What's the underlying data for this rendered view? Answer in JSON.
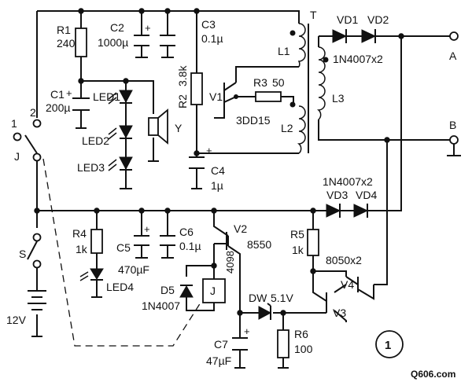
{
  "components": {
    "R1": {
      "ref": "R1",
      "value": "240"
    },
    "C1": {
      "ref": "C1",
      "value": "200µ"
    },
    "C2": {
      "ref": "C2",
      "value": "1000µ"
    },
    "C3": {
      "ref": "C3",
      "value": "0.1µ"
    },
    "R2": {
      "ref": "R2",
      "value": "3.8k"
    },
    "V1": {
      "ref": "V1",
      "part": "3DD15"
    },
    "R3": {
      "ref": "R3",
      "value": "50"
    },
    "L1": {
      "ref": "L1"
    },
    "L2": {
      "ref": "L2"
    },
    "L3": {
      "ref": "L3"
    },
    "T": {
      "ref": "T"
    },
    "VD1": {
      "ref": "VD1"
    },
    "VD2": {
      "ref": "VD2"
    },
    "VD12": {
      "part": "1N4007x2"
    },
    "VD3": {
      "ref": "VD3"
    },
    "VD4": {
      "ref": "VD4"
    },
    "VD34": {
      "part": "1N4007x2"
    },
    "C4": {
      "ref": "C4",
      "value": "1µ"
    },
    "LED1": {
      "ref": "LED1"
    },
    "LED2": {
      "ref": "LED2"
    },
    "LED3": {
      "ref": "LED3"
    },
    "LED4": {
      "ref": "LED4"
    },
    "Y": {
      "ref": "Y"
    },
    "R4": {
      "ref": "R4",
      "value": "1k"
    },
    "C5": {
      "ref": "C5",
      "value": "470µF"
    },
    "C6": {
      "ref": "C6",
      "value": "0.1µ"
    },
    "V2": {
      "ref": "V2",
      "part": "8550"
    },
    "IC": {
      "part": "4098"
    },
    "R5": {
      "ref": "R5",
      "value": "1k"
    },
    "V34": {
      "part": "8050x2"
    },
    "V4": {
      "ref": "V4"
    },
    "V3": {
      "ref": "V3"
    },
    "D5": {
      "ref": "D5",
      "part": "1N4007"
    },
    "J": {
      "ref": "J"
    },
    "DW": {
      "ref": "DW",
      "value": "5.1V"
    },
    "C7": {
      "ref": "C7",
      "value": "47µF"
    },
    "R6": {
      "ref": "R6",
      "value": "100"
    },
    "S": {
      "ref": "S"
    },
    "BAT": {
      "value": "12V"
    },
    "SW": {
      "pos1": "1",
      "pos2": "2",
      "ref": "J"
    }
  },
  "terminals": {
    "A": "A",
    "B": "B"
  },
  "figure_number": "1",
  "watermark": "Q606.com"
}
